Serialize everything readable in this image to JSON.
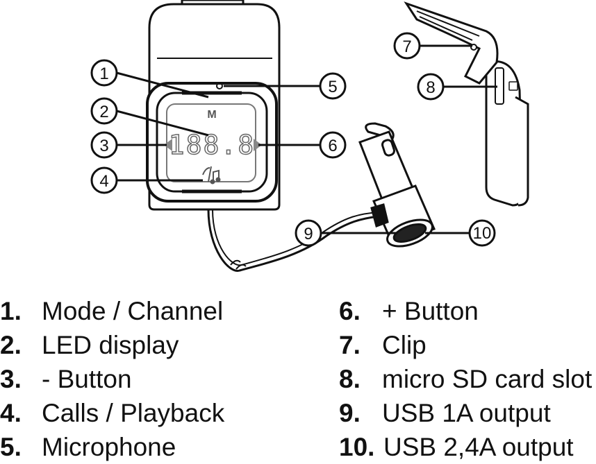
{
  "diagram": {
    "display_text": "188.8",
    "mode_key": "M",
    "call_icon": "phone-music-icon",
    "callouts": [
      "1",
      "2",
      "3",
      "4",
      "5",
      "6",
      "7",
      "8",
      "9",
      "10"
    ]
  },
  "legend": {
    "left": [
      {
        "num": "1.",
        "label": "Mode / Channel"
      },
      {
        "num": "2.",
        "label": "LED display"
      },
      {
        "num": "3.",
        "label": "- Button"
      },
      {
        "num": "4.",
        "label": "Calls / Playback"
      },
      {
        "num": "5.",
        "label": "Microphone"
      }
    ],
    "right": [
      {
        "num": "6.",
        "label": "+ Button"
      },
      {
        "num": "7.",
        "label": "Clip"
      },
      {
        "num": "8.",
        "label": "micro SD card slot"
      },
      {
        "num": "9.",
        "label": "USB 1A output"
      },
      {
        "num": "10.",
        "label": "USB 2,4A output"
      }
    ]
  }
}
